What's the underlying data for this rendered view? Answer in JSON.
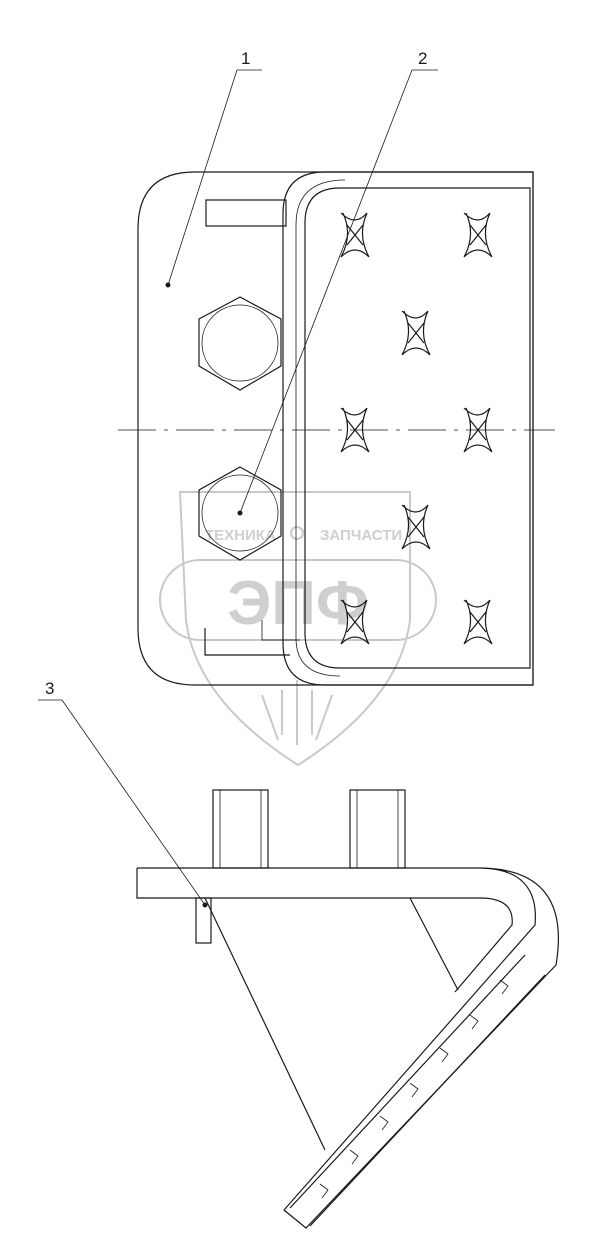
{
  "callouts": [
    {
      "id": "callout-1",
      "label": "1"
    },
    {
      "id": "callout-2",
      "label": "2"
    },
    {
      "id": "callout-3",
      "label": "3"
    }
  ],
  "watermark": {
    "left_text": "ТЕХНИКА",
    "right_text": "ЗАПЧАСТИ",
    "logo_text": "ЭПФ",
    "color": "#cfcfcf"
  },
  "colors": {
    "line": "#1a1a1a",
    "background": "#ffffff"
  }
}
